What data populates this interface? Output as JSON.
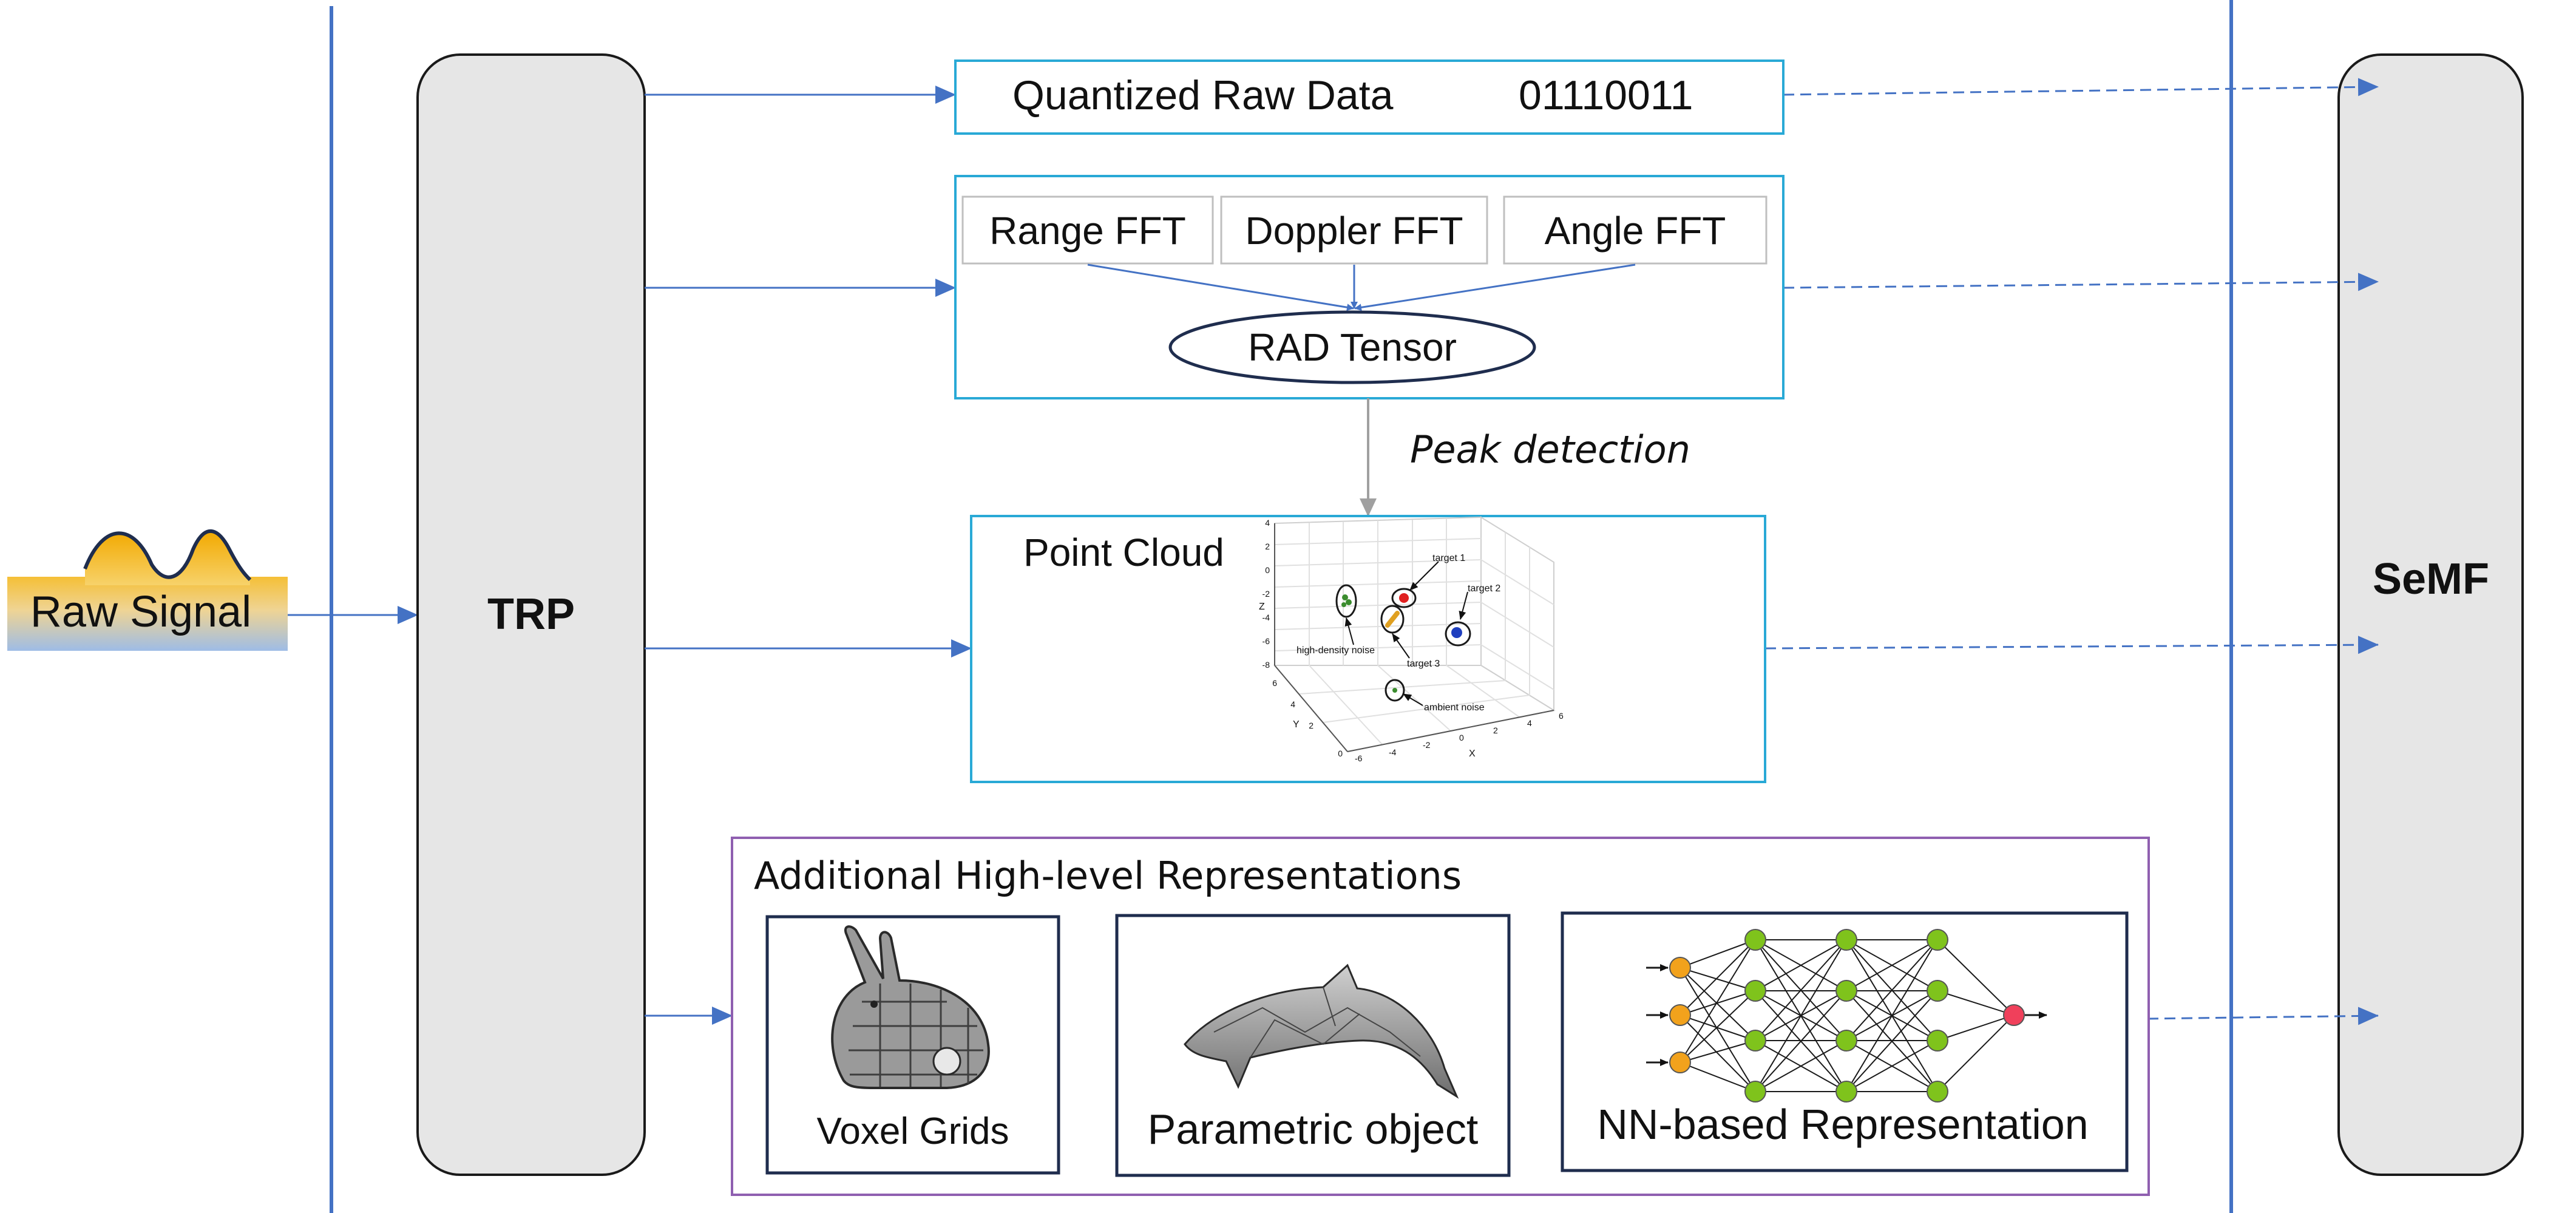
{
  "diagram": {
    "input": {
      "label": "Raw Signal"
    },
    "processor": {
      "label": "TRP"
    },
    "fusion": {
      "label": "SeMF"
    },
    "quantized": {
      "title": "Quantized Raw Data",
      "bits": "01110011"
    },
    "fft": {
      "stages": [
        "Range FFT",
        "Doppler FFT",
        "Angle FFT"
      ],
      "tensor": "RAD Tensor"
    },
    "peak_detection": "Peak detection",
    "point_cloud": {
      "title": "Point Cloud",
      "plot": {
        "axis_x": "X",
        "axis_y": "Y",
        "axis_z": "Z",
        "z_ticks": [
          "4",
          "2",
          "0",
          "-2",
          "-4",
          "-6",
          "-8"
        ],
        "x_ticks": [
          "-6",
          "-4",
          "-2",
          "0",
          "2",
          "4",
          "6"
        ],
        "y_ticks": [
          "6",
          "4",
          "2",
          "0"
        ],
        "annotations": {
          "target1": "target 1",
          "target2": "target 2",
          "target3": "target 3",
          "hd_noise": "high-density noise",
          "ambient": "ambient noise"
        }
      }
    },
    "high_level": {
      "title": "Additional High-level Representations",
      "items": [
        "Voxel Grids",
        "Parametric object",
        "NN-based Representation"
      ]
    }
  },
  "colors": {
    "blue_line": "#4472C4",
    "cyan_box": "#29A9D6",
    "purple_box": "#8F5FB0",
    "panel_fill": "#E6E6E6",
    "navy_border": "#1F2D4E",
    "node_input": "#F2A21C",
    "node_hidden": "#7FC31C",
    "node_output": "#F0405B"
  }
}
